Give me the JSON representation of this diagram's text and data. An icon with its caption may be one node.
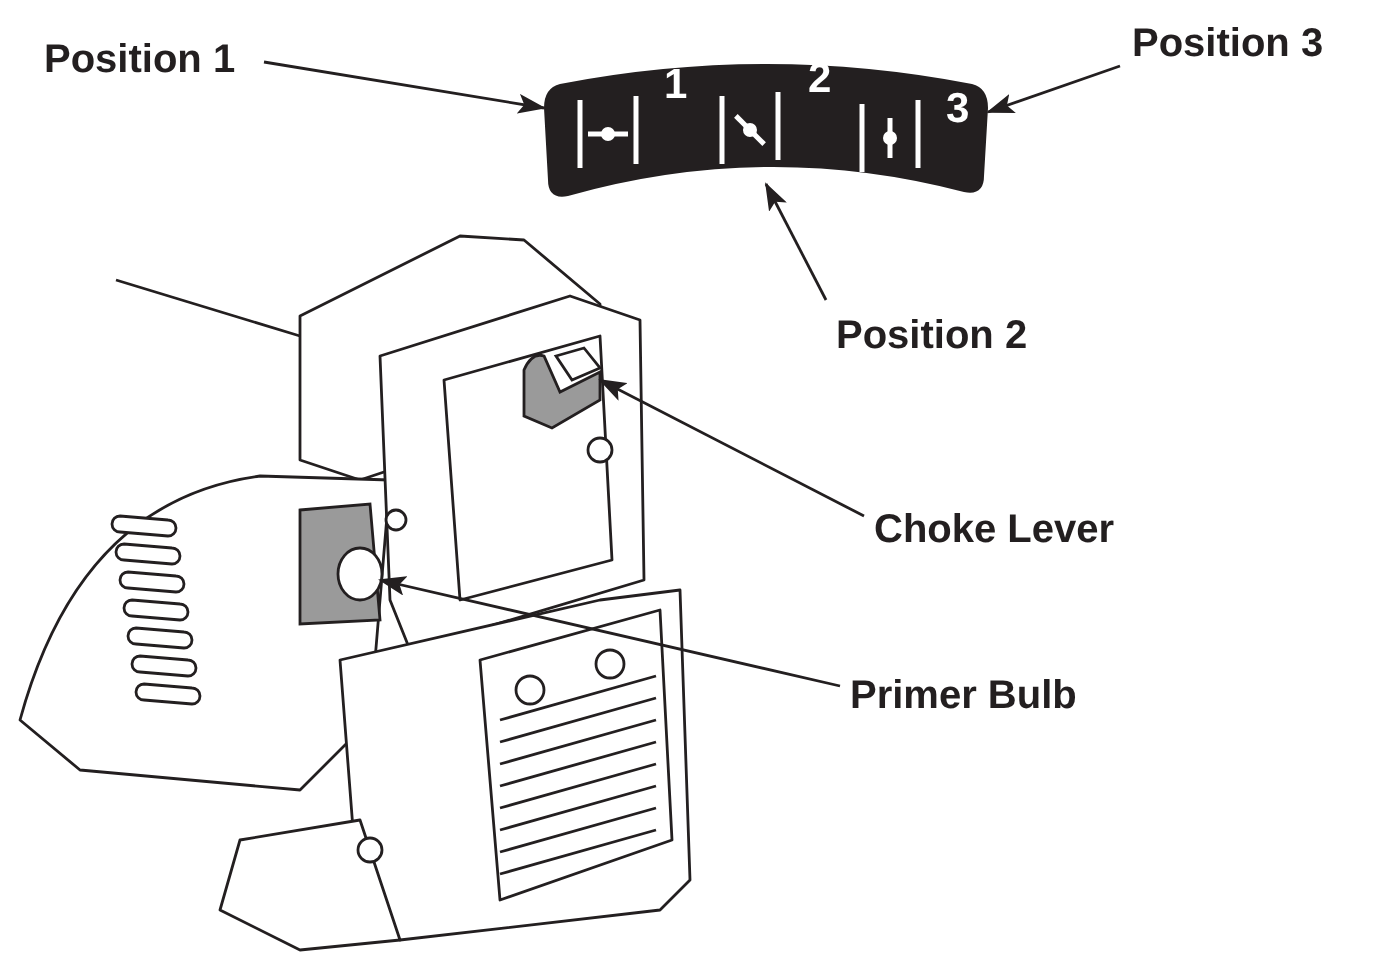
{
  "diagram": {
    "nodes": [
      {
        "text": [
          "Position 1"
        ]
      },
      {
        "text": [
          "Position 3"
        ]
      },
      {
        "text": [
          "Position 2"
        ]
      },
      {
        "text": [
          "Choke Lever"
        ]
      },
      {
        "text": [
          "Primer Bulb"
        ]
      },
      {
        "text": [
          "1",
          "2",
          "3"
        ]
      },
      {
        "text": [],
        "shape": "lever"
      },
      {
        "text": [],
        "shape": "cylinder"
      }
    ],
    "edges": [
      {
        "from": 0,
        "to": 5,
        "arrow": "to"
      },
      {
        "from": 1,
        "to": 5,
        "arrow": "to"
      },
      {
        "from": 2,
        "to": 5,
        "arrow": "to"
      },
      {
        "from": 3,
        "to": 6,
        "arrow": "to"
      },
      {
        "from": 4,
        "to": 7,
        "arrow": "to"
      }
    ]
  }
}
